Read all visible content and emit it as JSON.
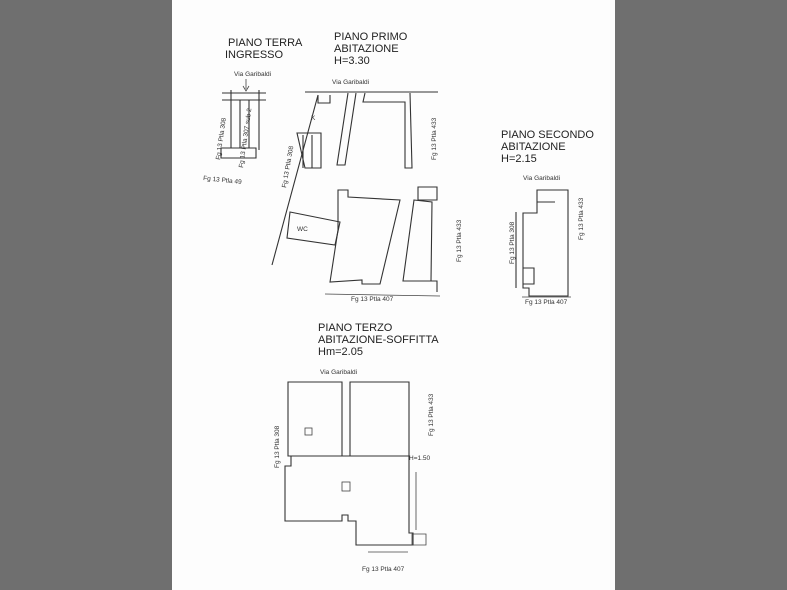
{
  "colors": {
    "background": "#6f6f6f",
    "sheet": "#fdfdfd",
    "ink": "#222222"
  },
  "piano_terra": {
    "title1": "PIANO TERRA",
    "title2": "INGRESSO",
    "street": "Via Garibaldi",
    "label_left": "Fg 13 Ptla 308",
    "label_right": "Fg 13 Ptla 307 sub 2",
    "label_bottom": "Fg 13 Ptla 49"
  },
  "piano_primo": {
    "title1": "PIANO PRIMO",
    "title2": "ABITAZIONE",
    "height": "H=3.30",
    "street": "Via Garibaldi",
    "room_k": "K",
    "room_wc": "WC",
    "label_left": "Fg 13 Ptla 308",
    "label_right_top": "Fg 13 Ptla 433",
    "label_right_bottom": "Fg 13 Ptla 433",
    "label_bottom": "Fg 13 Ptla 407"
  },
  "piano_secondo": {
    "title1": "PIANO SECONDO",
    "title2": "ABITAZIONE",
    "height": "H=2.15",
    "street": "Via Garibaldi",
    "label_left": "Fg 13 Ptla 308",
    "label_right": "Fg 13 Ptla 433",
    "label_bottom": "Fg 13 Ptla 407"
  },
  "piano_terzo": {
    "title1": "PIANO TERZO",
    "title2": "ABITAZIONE-SOFFITTA",
    "height": "Hm=2.05",
    "street": "Via Garibaldi",
    "label_left": "Fg 13 Ptla 308",
    "label_right": "Fg 13 Ptla 433",
    "height_mark": "H=1.50",
    "label_bottom": "Fg 13 Ptla 407"
  }
}
